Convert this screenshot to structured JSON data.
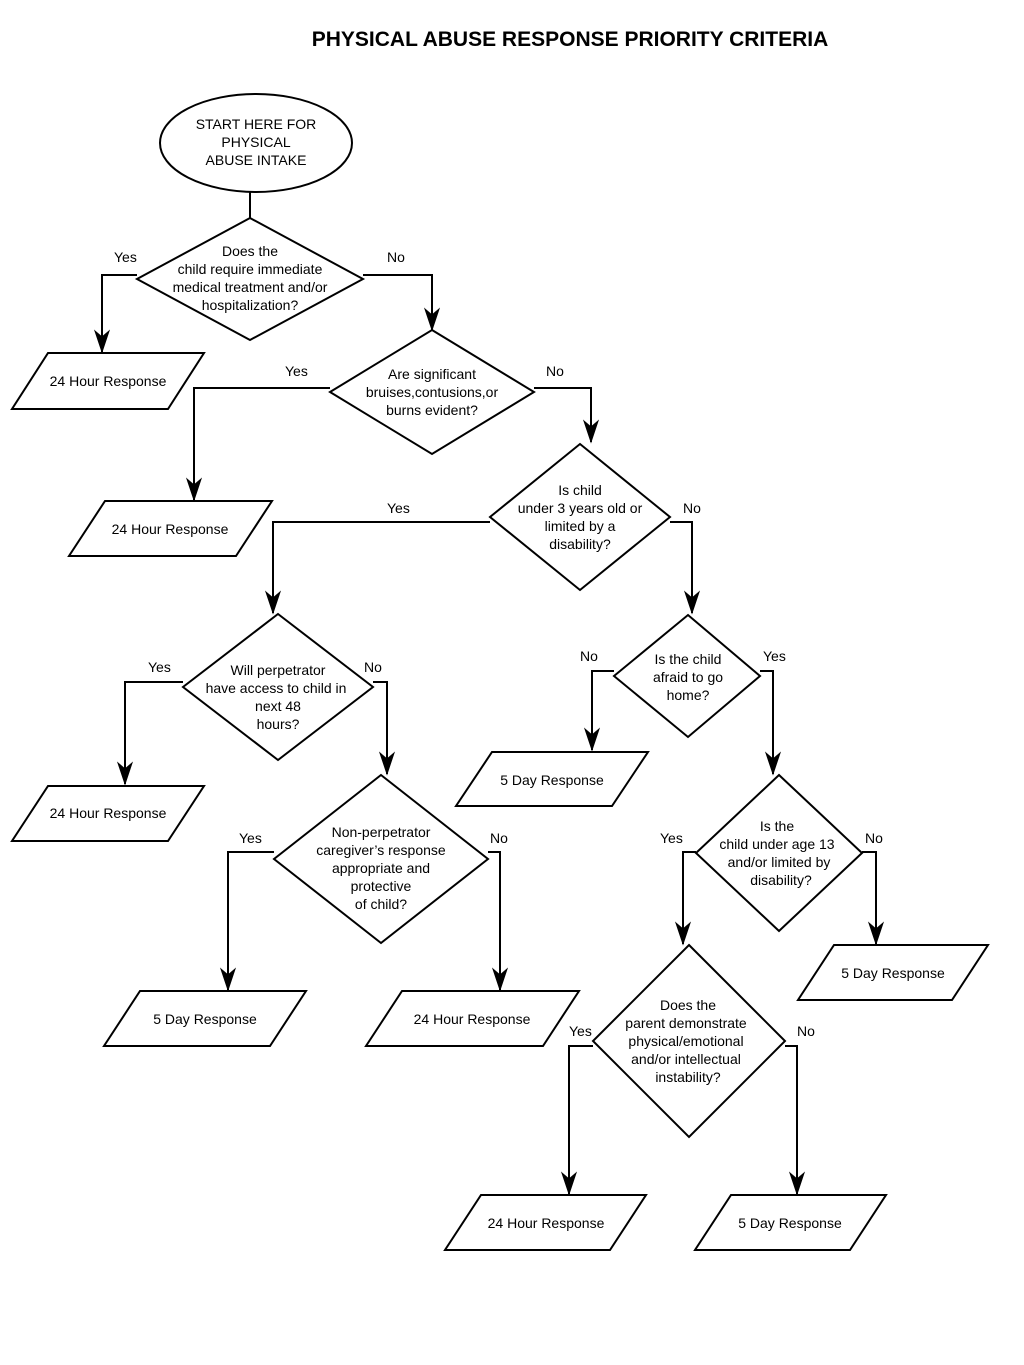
{
  "title": "PHYSICAL ABUSE RESPONSE PRIORITY CRITERIA",
  "nodes": {
    "start": [
      "START HERE FOR",
      "PHYSICAL",
      "ABUSE INTAKE"
    ],
    "q_medical": [
      "Does the",
      "child require immediate",
      "medical treatment and/or",
      "hospitalization?"
    ],
    "q_bruises": [
      "Are significant",
      "bruises,contusions,or",
      "burns evident?"
    ],
    "q_under3": [
      "Is child",
      "under 3 years old or",
      "limited by a",
      "disability?"
    ],
    "q_perp_access": [
      "Will perpetrator",
      "have access to child in",
      "next 48",
      "hours?"
    ],
    "q_afraid": [
      "Is the child",
      "afraid to go",
      "home?"
    ],
    "q_nonperp": [
      "Non-perpetrator",
      "caregiver’s response",
      "appropriate and",
      "protective",
      "of child?"
    ],
    "q_under13": [
      "Is the",
      "child under age 13",
      "and/or  limited by",
      "disability?"
    ],
    "q_parent": [
      "Does the",
      "parent demonstrate",
      "physical/emotional",
      "and/or intellectual",
      "instability?"
    ]
  },
  "responses": {
    "r1": "24 Hour Response",
    "r2": "24 Hour Response",
    "r3": "24 Hour Response",
    "r4": "5 Day Response",
    "r5": "5 Day Response",
    "r6": "24 Hour Response",
    "r7": "5 Day Response",
    "r8": "24 Hour Response",
    "r9": "5 Day Response"
  },
  "branch_labels": {
    "medical_yes": "Yes",
    "medical_no": "No",
    "bruises_yes": "Yes",
    "bruises_no": "No",
    "under3_yes": "Yes",
    "under3_no": "No",
    "perp_yes": "Yes",
    "perp_no": "No",
    "afraid_no": "No",
    "afraid_yes": "Yes",
    "nonperp_yes": "Yes",
    "nonperp_no": "No",
    "under13_yes": "Yes",
    "under13_no": "No",
    "parent_yes": "Yes",
    "parent_no": "No"
  }
}
